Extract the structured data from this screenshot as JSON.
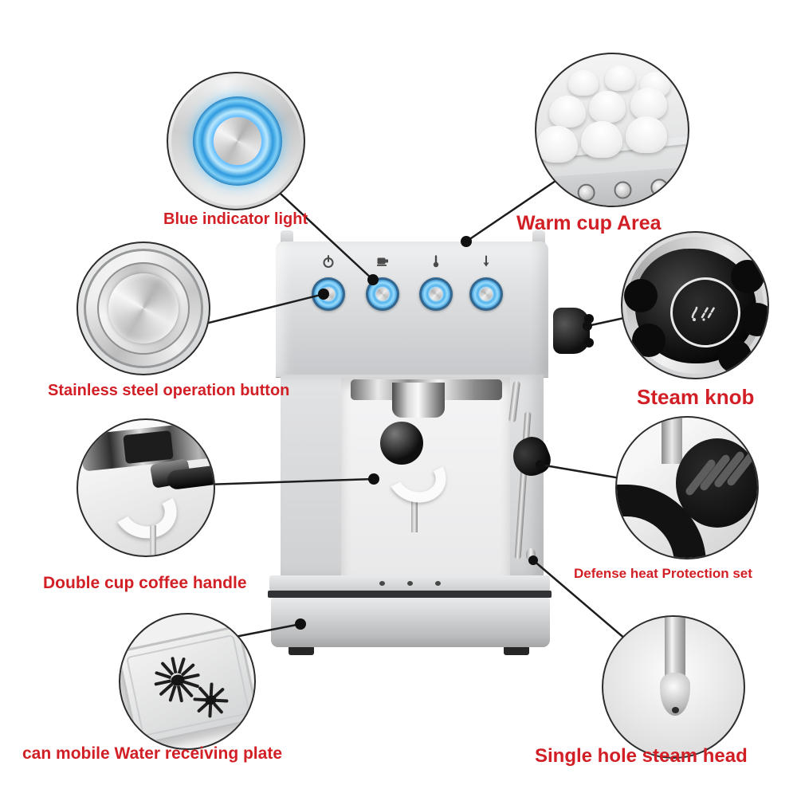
{
  "figure": {
    "type": "annotated-product-diagram",
    "subject": "espresso coffee machine feature callouts"
  },
  "colors": {
    "background": "#ffffff",
    "label_red": "#d21f26",
    "leader_line": "#1d1d1d",
    "button_blue": "#3fa9e8"
  },
  "callouts": {
    "blue_indicator_light": {
      "label": "Blue indicator light"
    },
    "warm_cup_area": {
      "label": "Warm cup Area"
    },
    "stainless_steel_operation_button": {
      "label": "Stainless steel operation button"
    },
    "steam_knob": {
      "label": "Steam knob"
    },
    "double_cup_coffee_handle": {
      "label": "Double cup coffee handle"
    },
    "defense_heat_protection_set": {
      "label": "Defense heat Protection set"
    },
    "water_receiving_plate": {
      "label": "can mobile Water receiving plate"
    },
    "single_hole_steam_head": {
      "label": "Single hole steam head"
    }
  },
  "machine": {
    "panel_button_count": 4,
    "panel_icons": [
      "power-icon",
      "coffee-maker-icon",
      "temperature-icon",
      "steam-wand-icon"
    ],
    "knob_icon": "steam-icon"
  }
}
